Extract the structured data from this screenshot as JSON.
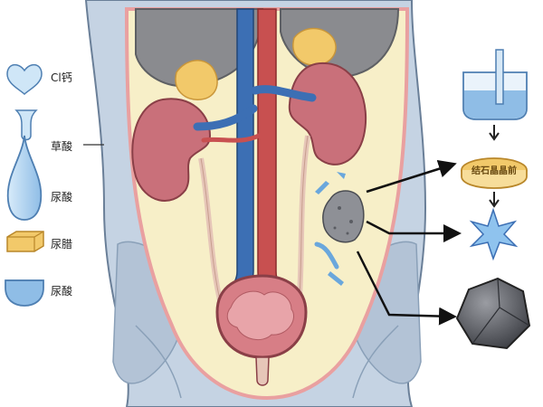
{
  "legend": [
    {
      "label": "Cl钙",
      "icon": "heart-shaped-crystal-icon"
    },
    {
      "label": "草酸",
      "icon": "vial-icon"
    },
    {
      "label": "尿酸",
      "icon": "teardrop-flask-icon"
    },
    {
      "label": "尿腊",
      "icon": "yellow-block-crystal-icon"
    },
    {
      "label": "尿酸",
      "icon": "blue-bowl-icon"
    }
  ],
  "process": {
    "dish_label": "结石晶晶前",
    "icons": [
      "beaker-icon",
      "petri-dish-icon",
      "star-crystal-icon",
      "rock-stone-icon"
    ]
  },
  "colors": {
    "body_fill": "#c5d3e3",
    "skin_outline": "#6a7f98",
    "kidney": "#c9707a",
    "vein": "#3c6fb4",
    "artery": "#c85050",
    "bladder": "#d77e86",
    "fat": "#f2c96a",
    "peritoneum": "#f7efc8",
    "crystal_blue": "#6aa7dc",
    "stone_gray": "#8e9096"
  }
}
